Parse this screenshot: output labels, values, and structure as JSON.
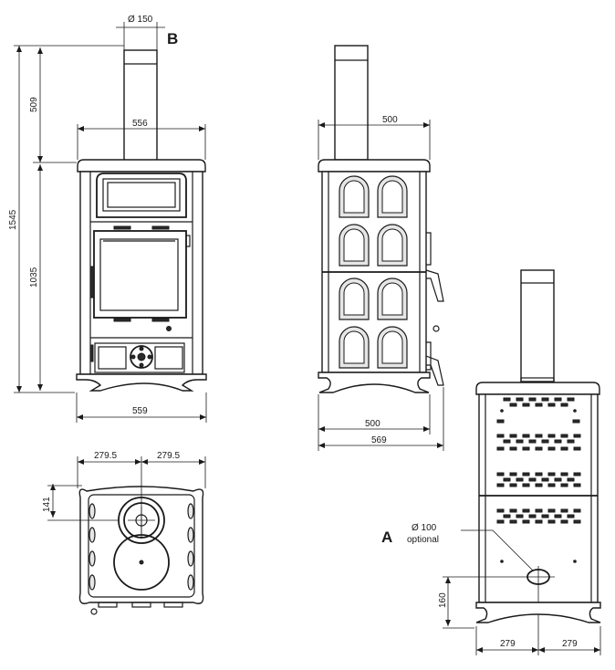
{
  "labels": {
    "b": "B",
    "a": "A"
  },
  "front": {
    "flue_diameter": "Ø 150",
    "total_height": "1545",
    "flue_height": "509",
    "outlet_height": "1035",
    "top_width": "556",
    "base_width": "559"
  },
  "side": {
    "top_depth": "500",
    "leg_depth": "500",
    "overall_depth": "569"
  },
  "top": {
    "half_width_left": "279.5",
    "half_width_right": "279.5",
    "flue_offset": "141"
  },
  "rear": {
    "inlet_diameter": "Ø 100",
    "inlet_note": "optional",
    "inlet_height": "160",
    "half_width_left": "279",
    "half_width_right": "279"
  },
  "colors": {
    "line": "#1a1a1a",
    "tile": "#e6e6e6",
    "dark": "#2b2b2b"
  }
}
